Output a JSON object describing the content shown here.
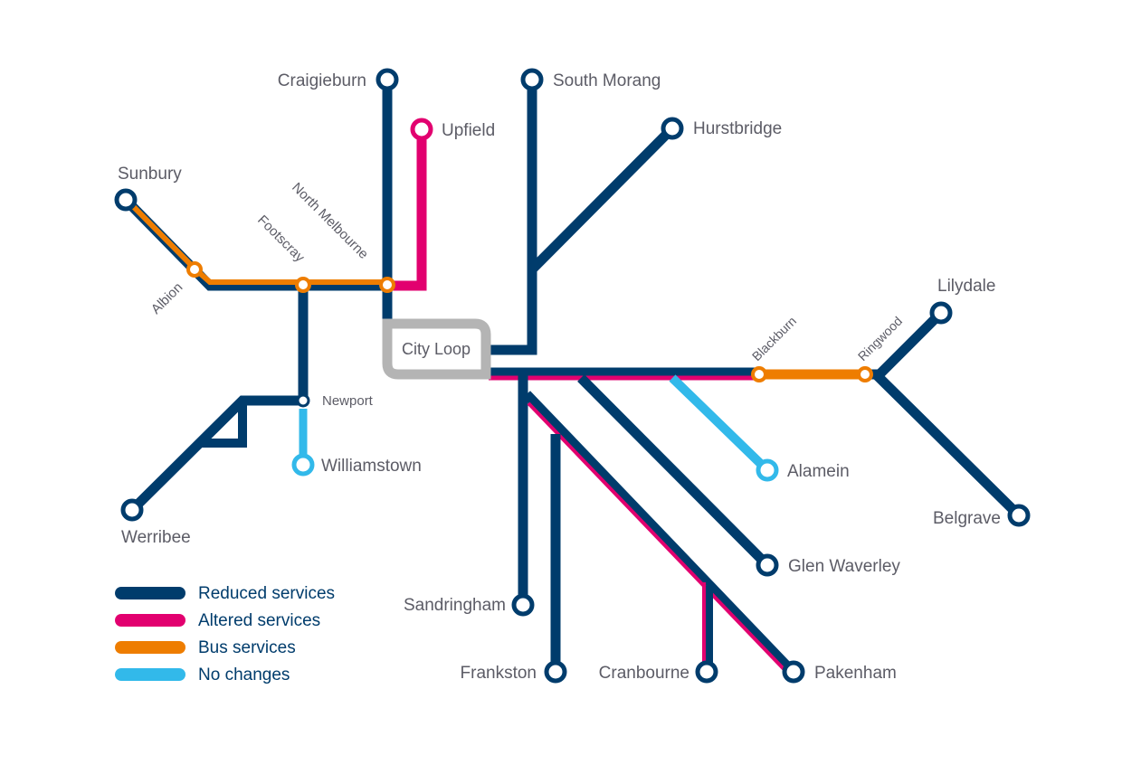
{
  "colors": {
    "reduced": "#003c6c",
    "altered": "#e2006f",
    "bus": "#ee7d00",
    "no_changes": "#32b9ea",
    "city_loop": "#b4b4b4",
    "label": "#5c5c66"
  },
  "city_loop": {
    "label": "City Loop"
  },
  "stations": {
    "craigieburn": "Craigieburn",
    "upfield": "Upfield",
    "south_morang": "South Morang",
    "hurstbridge": "Hurstbridge",
    "sunbury": "Sunbury",
    "albion": "Albion",
    "footscray": "Footscray",
    "north_melbourne": "North Melbourne",
    "newport": "Newport",
    "williamstown": "Williamstown",
    "werribee": "Werribee",
    "lilydale": "Lilydale",
    "blackburn": "Blackburn",
    "ringwood": "Ringwood",
    "alamein": "Alamein",
    "belgrave": "Belgrave",
    "glen_waverley": "Glen Waverley",
    "sandringham": "Sandringham",
    "frankston": "Frankston",
    "cranbourne": "Cranbourne",
    "pakenham": "Pakenham"
  },
  "legend": {
    "reduced": "Reduced services",
    "altered": "Altered services",
    "bus": "Bus services",
    "no_changes": "No changes"
  }
}
